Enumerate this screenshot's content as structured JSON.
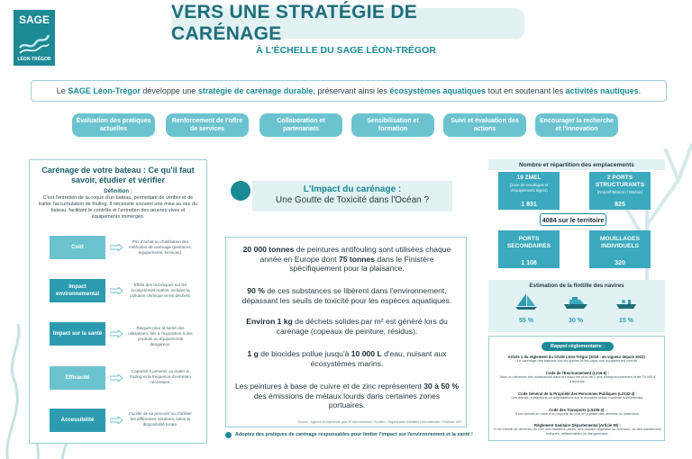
{
  "header": {
    "logo_top": "SAGE",
    "logo_bottom": "LÉON-TRÉGOR",
    "title": "VERS UNE STRATÉGIE DE CARÉNAGE",
    "subtitle": "À L'ÉCHELLE DU SAGE LÉON-TRÉGOR"
  },
  "intro": {
    "t1": "Le ",
    "b1": "SAGE Léon-Trégor",
    "t2": " développe une ",
    "b2": "stratégie de carénage durable",
    "t3": ", préservant ainsi les ",
    "b3": "écosystèmes aquatiques",
    "t4": " tout en soutenant les ",
    "b4": "activités nautiques",
    "t5": "."
  },
  "pills": [
    "Évaluation des pratiques actuelles",
    "Renforcement de l'offre de services",
    "Collaboration et partenariats",
    "Sensibilisation et formation",
    "Suivi et évaluation des actions",
    "Encourager la recherche et l'innovation"
  ],
  "left": {
    "title": "Carénage de votre bateau : Ce qu'il faut savoir, étudier et vérifier",
    "def_title": "Définition :",
    "def_text": "C'est l'entretien de la coque d'un bateau, permettant de vérifier et de traiter l'accumulation de fouling. Il nécessite souvent une mise au sec du bateau, facilitant le contrôle et l'entretien des œuvres vives et équipements immergés.",
    "items": [
      {
        "label": "Coût",
        "text": "Prix d'achat ou d'utilisation des méthodes de carénage (peintures, équipements, services)."
      },
      {
        "label": "Impact environnemental",
        "text": "Effets des techniques sur les écosystèmes marins, incluant la pollution chimique et les déchets."
      },
      {
        "label": "Impact sur la santé",
        "text": "Risques pour la santé des utilisateurs, liés à l'exposition à des produits ou équipements dangereux."
      },
      {
        "label": "Efficacité",
        "text": "Capacité à prévenir ou traiter le fouling et la fréquence d'entretien nécessaire."
      },
      {
        "label": "Accessibilité",
        "text": "Facilité de se procurer ou d'utiliser les différentes solutions, selon la disponibilité locale."
      }
    ]
  },
  "impact": {
    "heading": "L'Impact du carénage :",
    "subheading": "Une Goutte de Toxicité dans l'Océan ?"
  },
  "facts": [
    {
      "b1": "20 000 tonnes",
      "t1": " de peintures antifouling sont utilisées chaque année en Europe dont ",
      "b2": "75 tonnes",
      "t2": " dans le Finistère spécifiquement pour la plaisance."
    },
    {
      "b1": "90 %",
      "t1": " de ces substances se libèrent dans l'environnement, dépassant les seuils de toxicité pour les espèces aquatiques.",
      "b2": "",
      "t2": ""
    },
    {
      "b1": "Environ 1 kg",
      "t1": " de déchets solides par m² est généré lors du carénage (copeaux de peinture, résidus).",
      "b2": "",
      "t2": ""
    },
    {
      "b1": "1 g",
      "t1": " de biocides pollue jusqu'à ",
      "b2": "10 000 L",
      "t2": " d'eau, nuisant aux écosystèmes marins."
    },
    {
      "b1": "",
      "t1": "Les peintures à base de cuivre et de zinc représentent ",
      "b2": "30 à 50 %",
      "t2": " des émissions de métaux lourds dans certaines zones portuaires."
    }
  ],
  "source": "Source : Agence Européenne pour l'Environnement / Ecoflex / Organisation Maritime Internationale / Peinture 360°",
  "footer_note": "Adoptez des pratiques de carénage responsables pour limiter l'impact sur l'environnement et la santé !",
  "moorings": {
    "title": "Nombre et répartition des emplacements",
    "boxes": [
      {
        "name": "19 ZMEL",
        "desc": "(Zone de mouillages et d'équipements légers)",
        "value": "1 831"
      },
      {
        "name": "2 PORTS STRUCTURANTS",
        "desc": "(Roscoff-Bloscon / Morlaix)",
        "value": "825"
      },
      {
        "name": "PORTS SECONDAIRES",
        "desc": "",
        "value": "1 108"
      },
      {
        "name": "MOUILLAGES INDIVIDUELS",
        "desc": "",
        "value": "320"
      }
    ],
    "total": "4084 sur le territoire"
  },
  "fleet": {
    "title": "Estimation de la flottille des navires",
    "items": [
      {
        "icon": "sailboat-icon",
        "pct": "55 %"
      },
      {
        "icon": "motorboat-icon",
        "pct": "30 %"
      },
      {
        "icon": "small-boat-icon",
        "pct": "15 %"
      }
    ]
  },
  "regulation": {
    "title": "Rappel réglementaire :",
    "laws": [
      {
        "name": "Article 1 du règlement du SAGE Léon-Trégor (2019 - en vigueur depuis 2022) :",
        "text": "Le carénage des bateaux sur les grèves et les cales non équipées est interdit."
      },
      {
        "name": "Code de l'Environnement (L216-6) :",
        "text": "Jeter ou déverser des substances dans les eaux est puni de 2 ans d'emprisonnement et de 75 000 € d'amende."
      },
      {
        "name": "Code Général de la Propriété des Personnes Publiques (L2132-3) :",
        "text": "Les dépôts, extractions ou dégradations sur le domaine public maritime sont interdits."
      },
      {
        "name": "Code des Transports (L5335-2) :",
        "text": "Il est interdit de nuire à la propreté du port en y jetant des déchets ou matériaux."
      },
      {
        "name": "Règlement Sanitaire Départemental (Article 90) :",
        "text": "Il est interdit de déverser en mer des matières usées, des résidus végétaux ou animaux, ou des substances toxiques, inflammables ou dangereuses."
      }
    ]
  },
  "colors": {
    "accent": "#1c8a95",
    "pill": "#6cc3d0",
    "box": "#3ba9be",
    "light": "#e2f1f2"
  }
}
